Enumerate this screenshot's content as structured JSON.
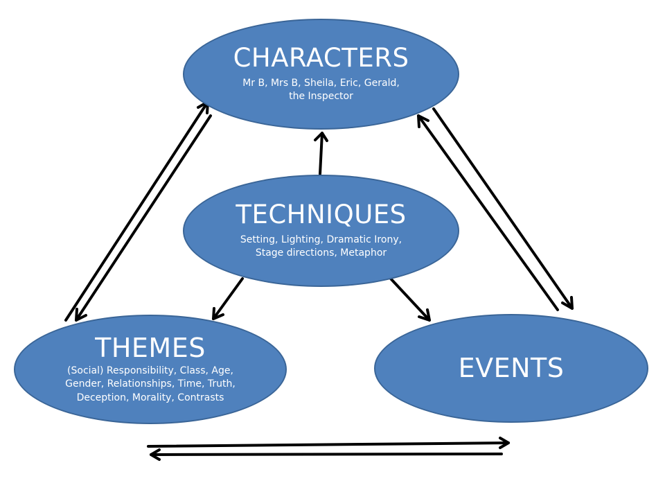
{
  "diagram": {
    "nodes": {
      "characters": {
        "title": "CHARACTERS",
        "description": "Mr B, Mrs B, Sheila, Eric, Gerald, the Inspector"
      },
      "techniques": {
        "title": "TECHNIQUES",
        "description": "Setting, Lighting, Dramatic Irony, Stage directions, Metaphor"
      },
      "themes": {
        "title": "THEMES",
        "description": "(Social) Responsibility, Class, Age, Gender, Relationships, Time, Truth, Deception, Morality, Contrasts"
      },
      "events": {
        "title": "EVENTS"
      }
    },
    "connections": [
      {
        "from": "techniques",
        "to": "characters"
      },
      {
        "from": "techniques",
        "to": "themes"
      },
      {
        "from": "techniques",
        "to": "events"
      },
      {
        "from": "themes",
        "to": "characters"
      },
      {
        "from": "characters",
        "to": "themes"
      },
      {
        "from": "characters",
        "to": "events"
      },
      {
        "from": "events",
        "to": "characters"
      },
      {
        "from": "themes",
        "to": "events"
      },
      {
        "from": "events",
        "to": "themes"
      }
    ],
    "colors": {
      "node_fill": "#4f81bd",
      "node_border": "#3a6597",
      "node_text": "#ffffff",
      "arrow": "#000000"
    }
  }
}
